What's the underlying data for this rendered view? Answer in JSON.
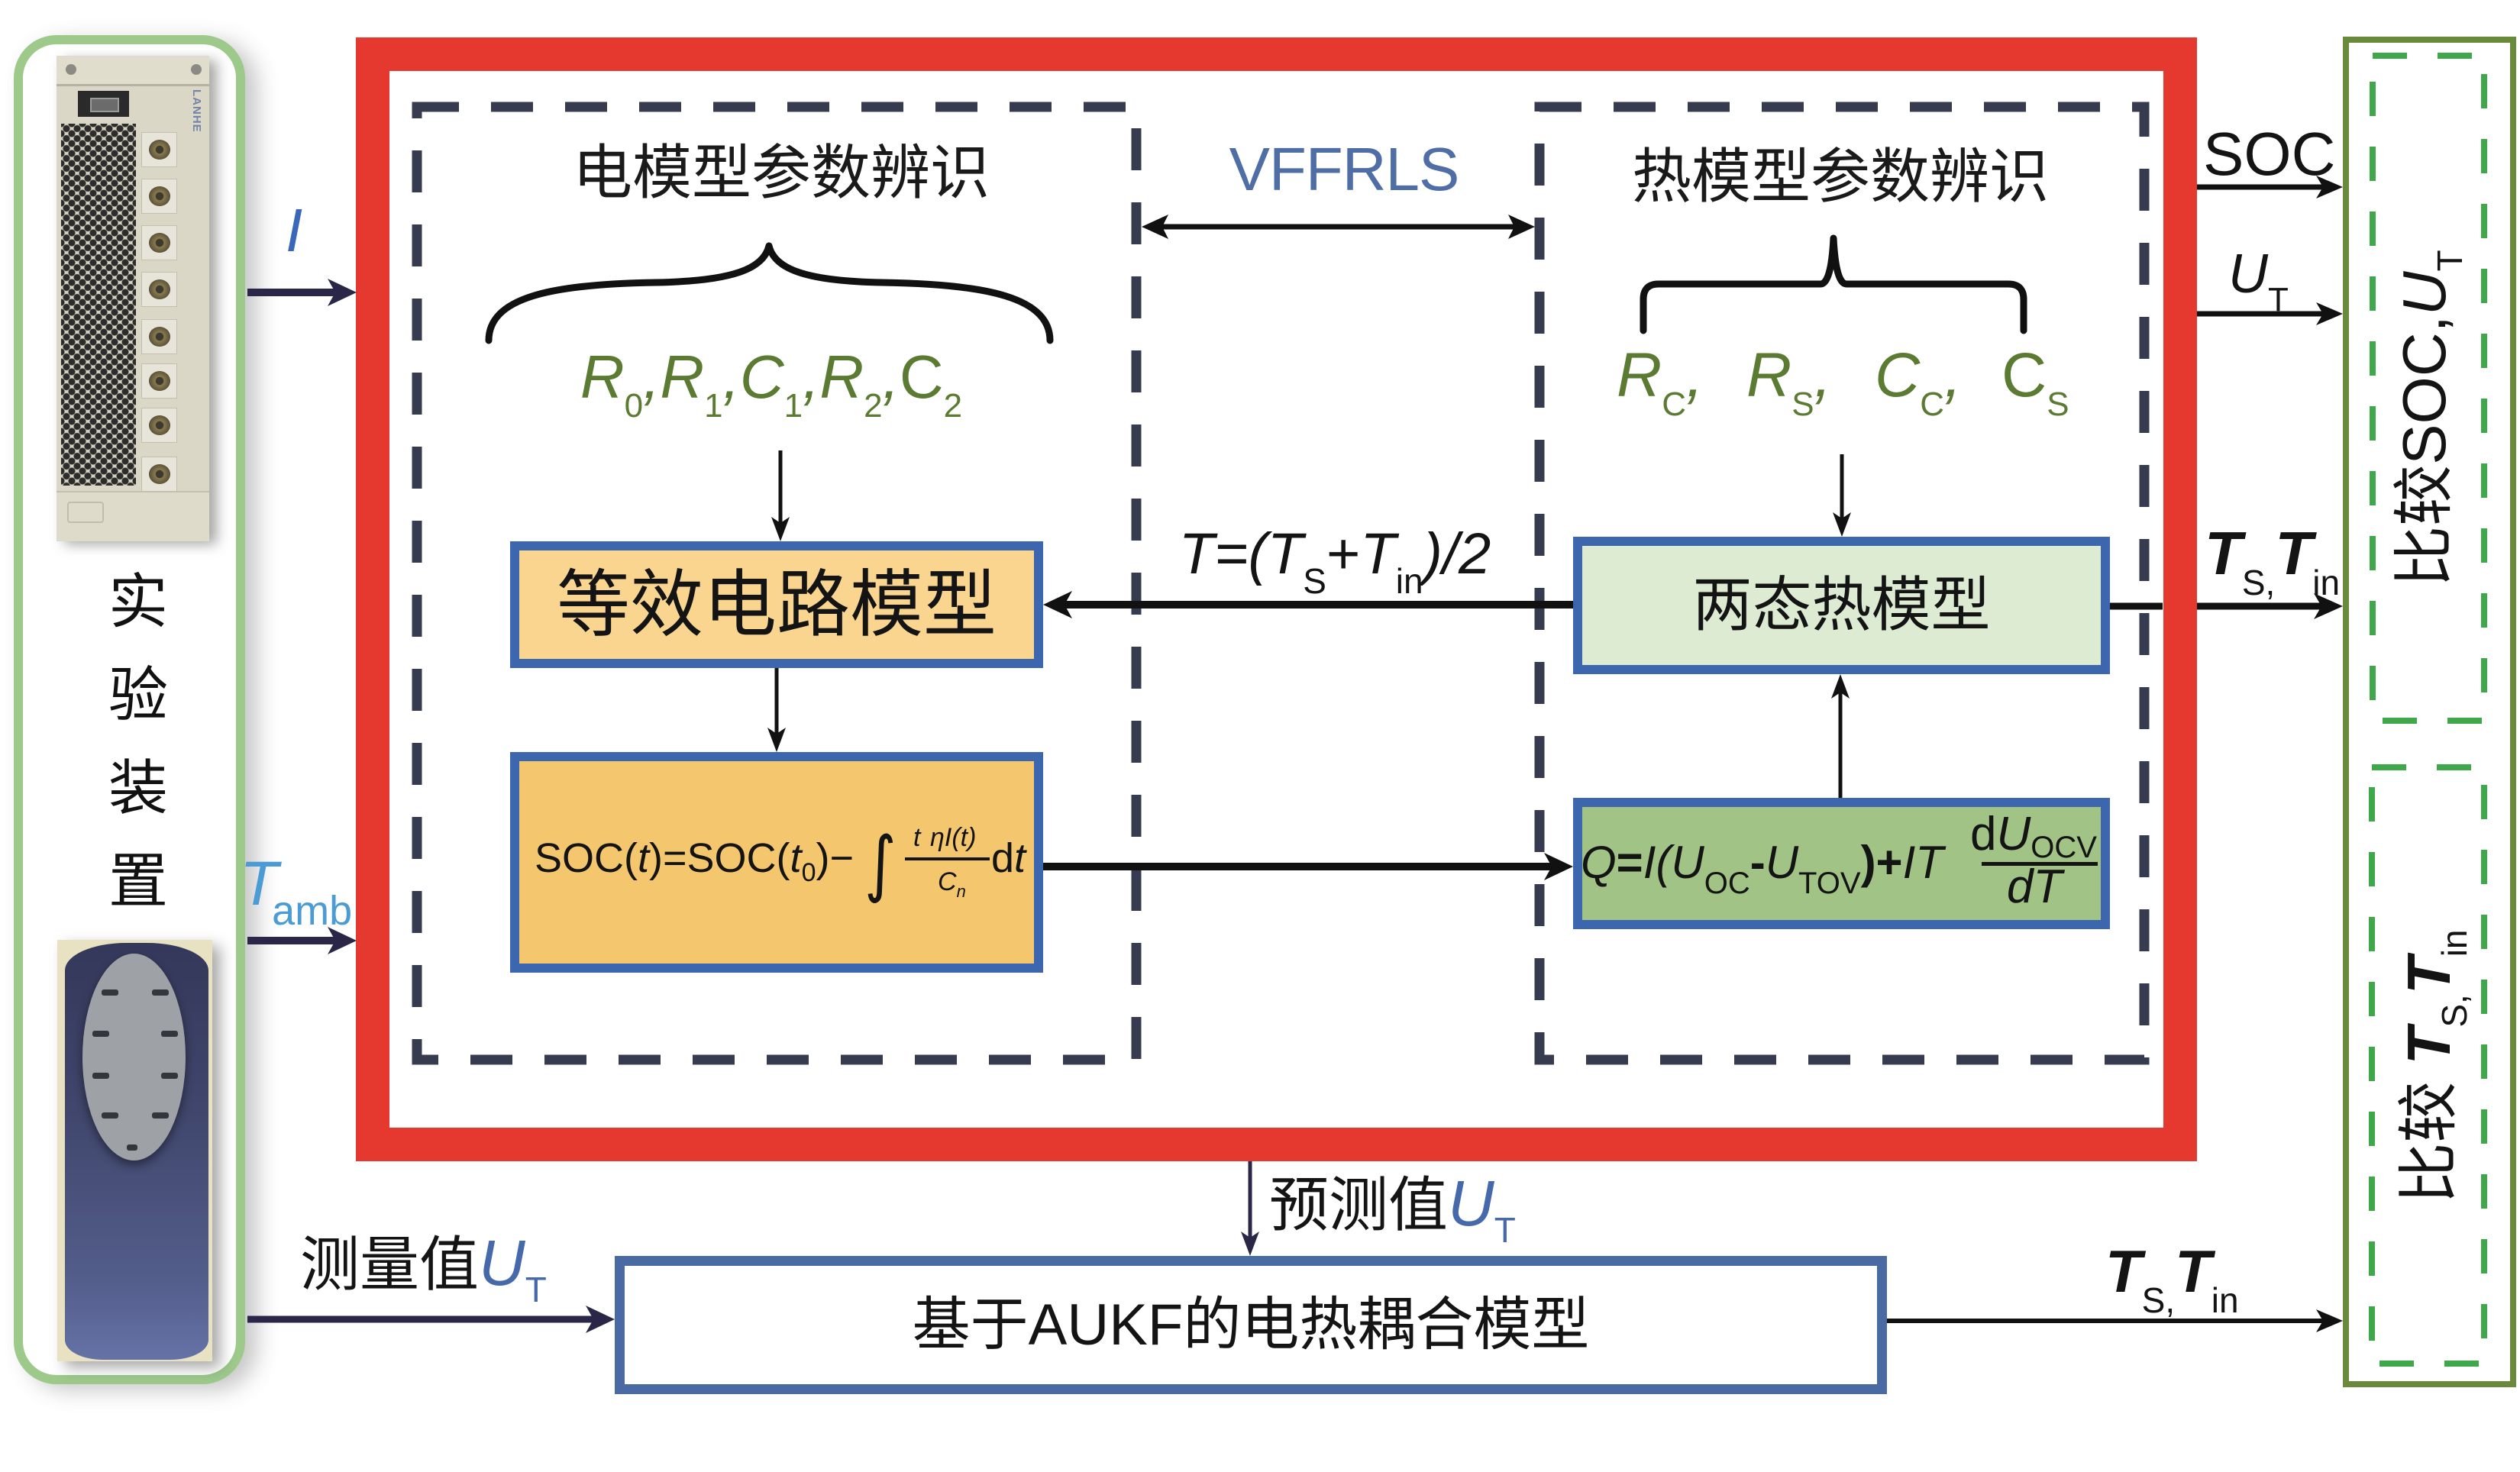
{
  "experiment_setup": {
    "label_chars": [
      "实",
      "验",
      "装",
      "置"
    ],
    "battery_tester": {
      "icon": "battery-tester-photo",
      "brand": "LANHE"
    },
    "thermal_chamber": {
      "icon": "thermal-chamber-photo"
    }
  },
  "signals": {
    "current": {
      "symbol": "I"
    },
    "ambient_temperature": {
      "symbol": "T",
      "subscript": "amb"
    },
    "measured_voltage": {
      "prefix": "测量值",
      "symbol": "U",
      "subscript": "T"
    },
    "predicted_voltage": {
      "prefix": "预测值",
      "symbol": "U",
      "subscript": "T"
    }
  },
  "electrical_identification": {
    "title": "电模型参数辨识",
    "separator": ",",
    "parameters": [
      {
        "symbol": "R",
        "subscript": "0"
      },
      {
        "symbol": "R",
        "subscript": "1"
      },
      {
        "symbol": "C",
        "subscript": "1"
      },
      {
        "symbol": "R",
        "subscript": "2"
      },
      {
        "symbol": "C",
        "subscript": "2"
      }
    ]
  },
  "algorithm": {
    "label": "VFFRLS"
  },
  "thermal_identification": {
    "title": "热模型参数辨识",
    "separator": ",",
    "parameters": [
      {
        "symbol": "R",
        "subscript": "C"
      },
      {
        "symbol": "R",
        "subscript": "S"
      },
      {
        "symbol": "C",
        "subscript": "C"
      },
      {
        "symbol": "C",
        "subscript": "S"
      }
    ]
  },
  "equivalent_circuit_model": {
    "label": "等效电路模型"
  },
  "two_state_thermal_model": {
    "label": "两态热模型"
  },
  "temperature_coupling": {
    "lhs": "T",
    "eq_open": "=(",
    "t1": "T",
    "t1_sub": "S",
    "plus": "+",
    "t2": "T",
    "t2_sub": "in",
    "close": ")/2"
  },
  "soc_equation": {
    "lhs_prefix": "SOC(",
    "lhs_var": "t",
    "eq": ")=SOC(",
    "t0_var": "t",
    "t0_sub": "0",
    "minus": ")−",
    "integral": "∫",
    "upper_limit": "t",
    "numerator": "ηI(t)",
    "denominator": "C",
    "denominator_sub": "n",
    "d": "d",
    "dt_var": "t"
  },
  "heat_equation": {
    "q": "Q",
    "eq": "=",
    "i": "I",
    "open": "(",
    "u1": "U",
    "u1_sub": "OC",
    "minus": "-",
    "u2": "U",
    "u2_sub": "TOV",
    "close": ")+",
    "it": "IT",
    "num_d": "d",
    "num_u": "U",
    "num_sub": "OCV",
    "den_d": "d",
    "den_t": "T"
  },
  "outputs": {
    "soc": "SOC",
    "terminal_voltage": {
      "symbol": "U",
      "subscript": "T"
    },
    "temperatures": {
      "t1": "T",
      "t1_sub": "S,",
      "t2": "T",
      "t2_sub": "in"
    }
  },
  "aukf_model": {
    "label": "基于AUKF的电热耦合模型"
  },
  "aukf_output": {
    "t1": "T",
    "t1_sub": "S,",
    "t2": "T",
    "t2_sub": "in"
  },
  "comparison": {
    "soc_voltage": {
      "prefix": "比较",
      "text": "SOC,",
      "symbol": "U",
      "subscript": "T"
    },
    "temperature": {
      "prefix": "比较",
      "t1": "T",
      "t1_sub": "S",
      "sep": ",",
      "t2": "T",
      "t2_sub": "in"
    }
  },
  "colors": {
    "red": "#e5392f",
    "dash": "#363b4f",
    "box_border": "#3c66ad",
    "ecm_fill": "#f9d590",
    "soc_fill": "#f4c66e",
    "thermal_fill": "#dcebd2",
    "heat_fill": "#a2c386",
    "param_green": "#5b7b32",
    "algo_blue": "#4e6ea5",
    "signal_blue": "#3a68b8",
    "light_blue": "#4b9bd4",
    "u_blue": "#4669ac",
    "arrow_navy": "#2a2648",
    "setup_green": "#9dc98b",
    "compare_border": "#6a8a3b",
    "compare_dash": "#3ea84a",
    "aukf_border": "#4a6aa3"
  }
}
